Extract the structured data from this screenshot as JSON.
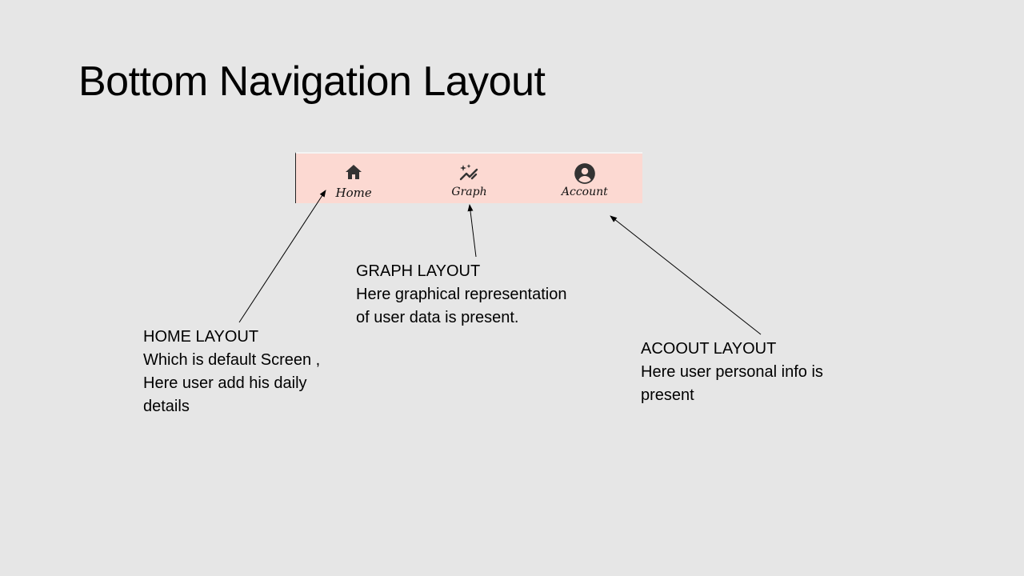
{
  "title": "Bottom Navigation Layout",
  "nav": {
    "items": [
      {
        "label": "Home",
        "icon": "home-icon"
      },
      {
        "label": "Graph",
        "icon": "graph-icon"
      },
      {
        "label": "Account",
        "icon": "account-icon"
      }
    ],
    "background": "#fcd9d2",
    "icon_color": "#333333"
  },
  "annotations": {
    "home": {
      "heading": "HOME LAYOUT",
      "lines": [
        "Which is default Screen ,",
        "Here user add his daily",
        "details"
      ]
    },
    "graph": {
      "heading": "GRAPH LAYOUT",
      "lines": [
        "Here graphical representation",
        "of user data is present."
      ]
    },
    "account": {
      "heading": "ACOOUT LAYOUT",
      "lines": [
        "Here user personal info is",
        "present"
      ]
    }
  }
}
